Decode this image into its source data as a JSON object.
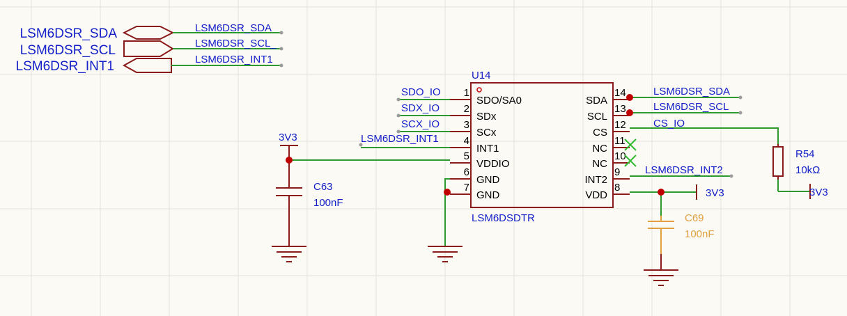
{
  "ports": [
    {
      "id": "sda",
      "label": "LSM6DSR_SDA"
    },
    {
      "id": "scl",
      "label": "LSM6DSR_SCL"
    },
    {
      "id": "int1",
      "label": "LSM6DSR_INT1"
    }
  ],
  "port_nets": {
    "sda": "LSM6DSR_SDA",
    "scl": "LSM6DSR_SCL_",
    "int1": "LSM6DSR_INT1"
  },
  "ic": {
    "designator": "U14",
    "part": "LSM6DSDTR",
    "left_pins": [
      {
        "num": "1",
        "name": "SDO/SA0",
        "net": "SDO_IO"
      },
      {
        "num": "2",
        "name": "SDx",
        "net": "SDX_IO"
      },
      {
        "num": "3",
        "name": "SCx",
        "net": "SCX_IO"
      },
      {
        "num": "4",
        "name": "INT1",
        "net": "LSM6DSR_INT1"
      },
      {
        "num": "5",
        "name": "VDDIO",
        "net": ""
      },
      {
        "num": "6",
        "name": "GND",
        "net": ""
      },
      {
        "num": "7",
        "name": "GND",
        "net": ""
      }
    ],
    "right_pins": [
      {
        "num": "14",
        "name": "SDA",
        "net": "LSM6DSR_SDA"
      },
      {
        "num": "13",
        "name": "SCL",
        "net": "LSM6DSR_SCL"
      },
      {
        "num": "12",
        "name": "CS",
        "net": "CS_IO"
      },
      {
        "num": "11",
        "name": "NC",
        "net": ""
      },
      {
        "num": "10",
        "name": "NC",
        "net": ""
      },
      {
        "num": "9",
        "name": "INT2",
        "net": "LSM6DSR_INT2"
      },
      {
        "num": "8",
        "name": "VDD",
        "net": ""
      }
    ]
  },
  "power": {
    "left": "3V3",
    "vdd": "3V3",
    "r54": "3V3"
  },
  "c63": {
    "ref": "C63",
    "value": "100nF"
  },
  "c69": {
    "ref": "C69",
    "value": "100nF"
  },
  "r54": {
    "ref": "R54",
    "value": "10kΩ"
  },
  "colors": {
    "wire": "#2e9a2e",
    "symbol": "#8b1a1a",
    "label": "#1420c8",
    "junction": "#c00000",
    "nc": "#33bb33",
    "c69": "#e0a040",
    "grid": "#e4e2dc"
  }
}
